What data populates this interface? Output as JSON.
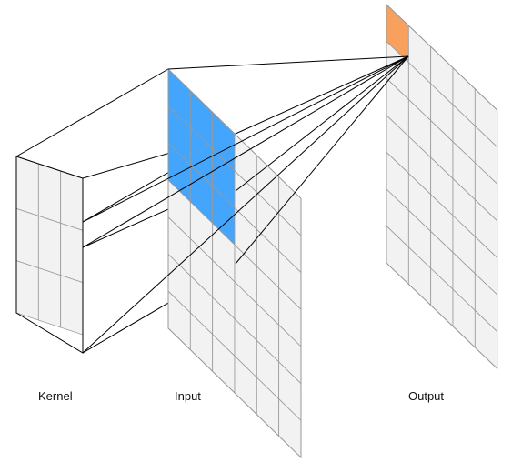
{
  "labels": {
    "kernel": "Kernel",
    "input": "Input",
    "output": "Output"
  },
  "grids": {
    "kernel": {
      "rows": 3,
      "cols": 3
    },
    "input": {
      "rows": 7,
      "cols": 6,
      "highlight_rows": 3,
      "highlight_cols": 3
    },
    "output": {
      "rows": 7,
      "cols": 5,
      "highlight_rows": 1,
      "highlight_cols": 1
    }
  },
  "colors": {
    "line": "#000000",
    "cell_fill": "#f2f2f2",
    "cell_border": "#9a9a9a",
    "input_highlight": "#43a5fb",
    "output_highlight": "#f8a15f"
  }
}
